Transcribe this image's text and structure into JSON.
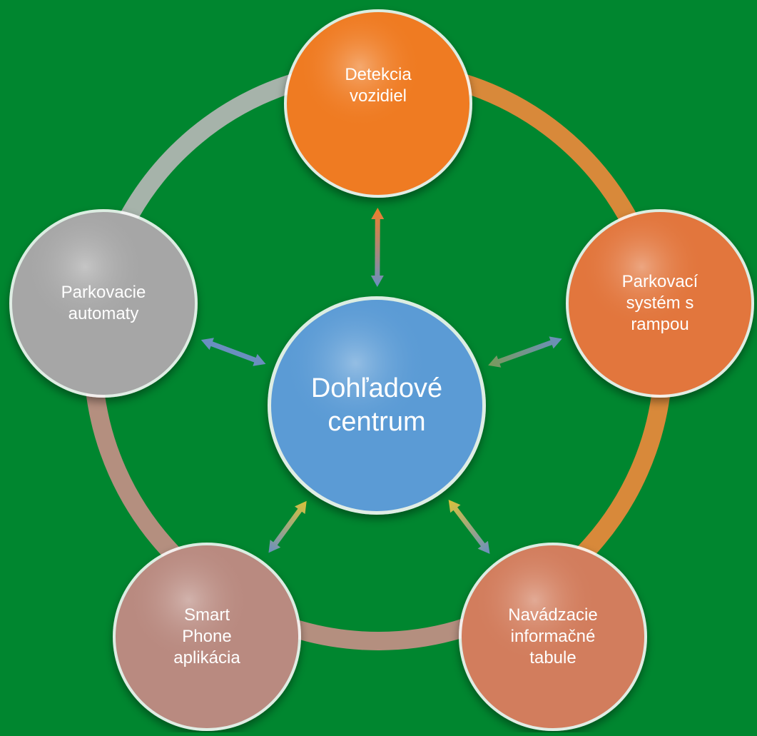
{
  "center": {
    "label": "Dohľadové\ncentrum",
    "color": "#5b9bd5"
  },
  "nodes": [
    {
      "id": "detekcia",
      "label": "Detekcia\nvozidiel",
      "color": "#ef7b22",
      "icon": "none"
    },
    {
      "id": "parkovaci-system",
      "label": "Parkovací\nsystém s\nrampou",
      "color": "#e2763d",
      "icon": "none"
    },
    {
      "id": "navadzacie-tabule",
      "label": "Navádzacie\ninformačné\ntabule",
      "color": "#d27d5d",
      "icon": "none"
    },
    {
      "id": "smart-phone",
      "label": "Smart\nPhone\naplikácia",
      "color": "#b98a80",
      "icon": "none"
    },
    {
      "id": "parkovacie-automaty",
      "label": "Parkovacie\nautomaty",
      "color": "#a6a6a6",
      "icon": "none"
    }
  ],
  "colors": {
    "background": "#00862f",
    "ring_orange": "#f08a3c",
    "ring_grey": "#b8b8b8",
    "ring_rose": "#c89088",
    "arrow_blue": "#6a8fbf",
    "arrow_yellow": "#d9c23a",
    "arrow_orange": "#f07e2a"
  }
}
